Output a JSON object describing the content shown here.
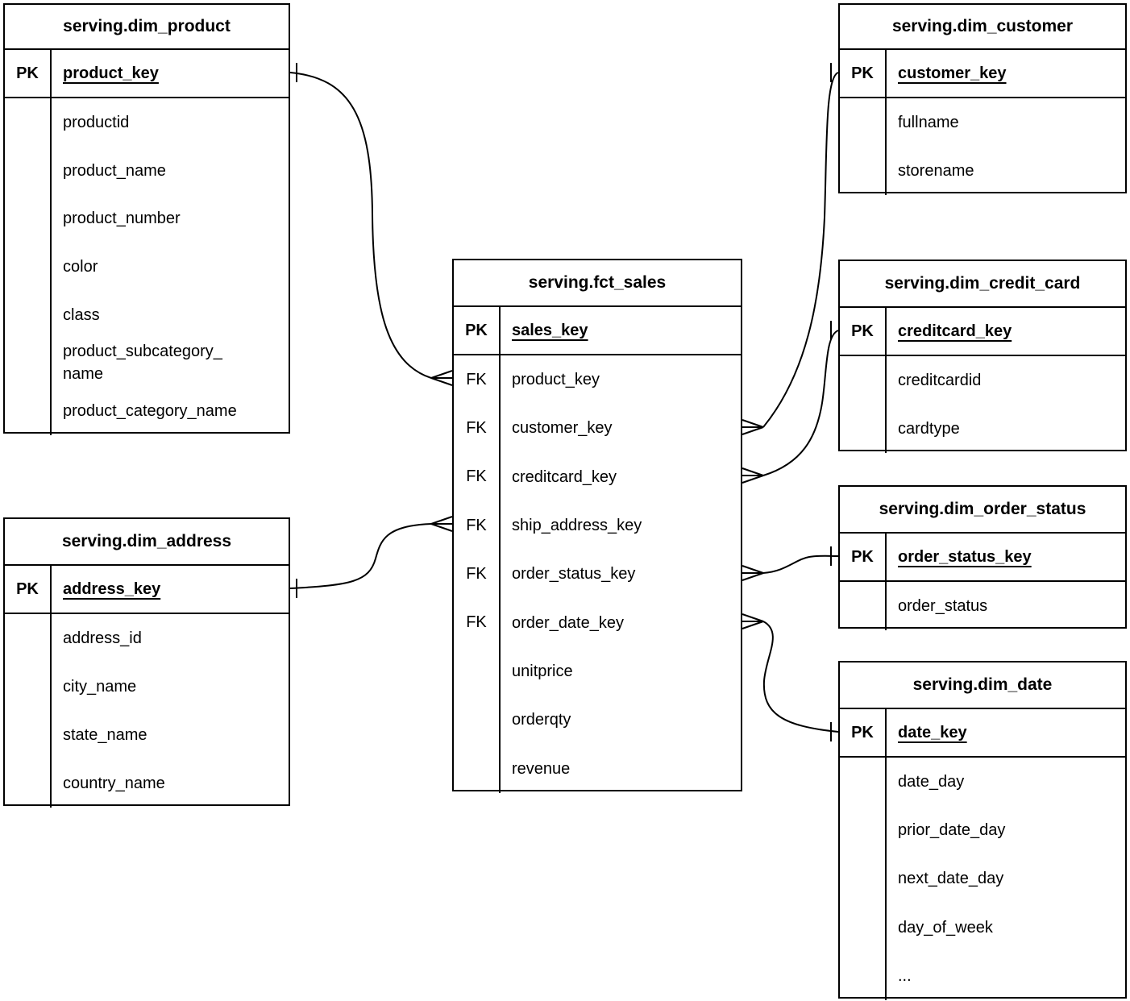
{
  "colors": {
    "line": "#000000",
    "background": "#ffffff",
    "text": "#000000"
  },
  "tables": [
    {
      "id": "dim_product",
      "title": "serving.dim_product",
      "pk_label": "PK",
      "pk_field": "product_key",
      "fields": [
        {
          "k": "",
          "name": "productid"
        },
        {
          "k": "",
          "name": "product_name"
        },
        {
          "k": "",
          "name": "product_number"
        },
        {
          "k": "",
          "name": "color"
        },
        {
          "k": "",
          "name": "class"
        },
        {
          "k": "",
          "name": "product_subcategory_\nname"
        },
        {
          "k": "",
          "name": "product_category_name"
        }
      ]
    },
    {
      "id": "dim_customer",
      "title": "serving.dim_customer",
      "pk_label": "PK",
      "pk_field": "customer_key",
      "fields": [
        {
          "k": "",
          "name": "fullname"
        },
        {
          "k": "",
          "name": "storename"
        }
      ]
    },
    {
      "id": "fct_sales",
      "title": "serving.fct_sales",
      "pk_label": "PK",
      "pk_field": "sales_key",
      "fields": [
        {
          "k": "FK",
          "name": "product_key"
        },
        {
          "k": "FK",
          "name": "customer_key"
        },
        {
          "k": "FK",
          "name": "creditcard_key"
        },
        {
          "k": "FK",
          "name": "ship_address_key"
        },
        {
          "k": "FK",
          "name": "order_status_key"
        },
        {
          "k": "FK",
          "name": "order_date_key"
        },
        {
          "k": "",
          "name": "unitprice"
        },
        {
          "k": "",
          "name": "orderqty"
        },
        {
          "k": "",
          "name": "revenue"
        }
      ]
    },
    {
      "id": "dim_credit_card",
      "title": "serving.dim_credit_card",
      "pk_label": "PK",
      "pk_field": "creditcard_key",
      "fields": [
        {
          "k": "",
          "name": "creditcardid"
        },
        {
          "k": "",
          "name": "cardtype"
        }
      ]
    },
    {
      "id": "dim_order_status",
      "title": "serving.dim_order_status",
      "pk_label": "PK",
      "pk_field": "order_status_key",
      "fields": [
        {
          "k": "",
          "name": "order_status"
        }
      ]
    },
    {
      "id": "dim_date",
      "title": "serving.dim_date",
      "pk_label": "PK",
      "pk_field": "date_key",
      "fields": [
        {
          "k": "",
          "name": "date_day"
        },
        {
          "k": "",
          "name": "prior_date_day"
        },
        {
          "k": "",
          "name": "next_date_day"
        },
        {
          "k": "",
          "name": "day_of_week"
        },
        {
          "k": "",
          "name": "..."
        }
      ]
    },
    {
      "id": "dim_address",
      "title": "serving.dim_address",
      "pk_label": "PK",
      "pk_field": "address_key",
      "fields": [
        {
          "k": "",
          "name": "address_id"
        },
        {
          "k": "",
          "name": "city_name"
        },
        {
          "k": "",
          "name": "state_name"
        },
        {
          "k": "",
          "name": "country_name"
        }
      ]
    }
  ],
  "relations": [
    {
      "from": "serving.fct_sales.product_key",
      "from_cardinality": "many",
      "to": "serving.dim_product.product_key",
      "to_cardinality": "one"
    },
    {
      "from": "serving.fct_sales.customer_key",
      "from_cardinality": "many",
      "to": "serving.dim_customer.customer_key",
      "to_cardinality": "one"
    },
    {
      "from": "serving.fct_sales.creditcard_key",
      "from_cardinality": "many",
      "to": "serving.dim_credit_card.creditcard_key",
      "to_cardinality": "one"
    },
    {
      "from": "serving.fct_sales.ship_address_key",
      "from_cardinality": "many",
      "to": "serving.dim_address.address_key",
      "to_cardinality": "one"
    },
    {
      "from": "serving.fct_sales.order_status_key",
      "from_cardinality": "many",
      "to": "serving.dim_order_status.order_status_key",
      "to_cardinality": "one"
    },
    {
      "from": "serving.fct_sales.order_date_key",
      "from_cardinality": "many",
      "to": "serving.dim_date.date_key",
      "to_cardinality": "one"
    }
  ]
}
